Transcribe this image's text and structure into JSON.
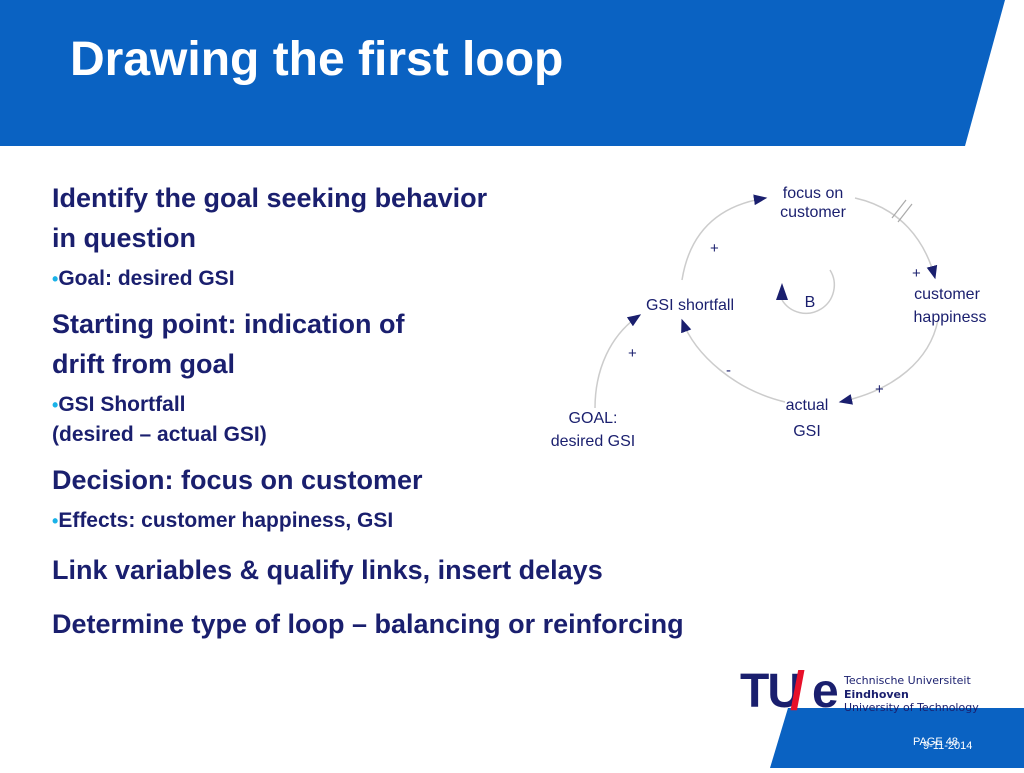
{
  "slide": {
    "title": "Drawing the first loop",
    "page": "PAGE 48",
    "date": "9-11-2014"
  },
  "colors": {
    "header_blue": "#0a62c2",
    "text_navy": "#1a1f6e",
    "bullet_cyan": "#1ab2e8",
    "logo_red": "#e8102a"
  },
  "body": {
    "h1_line1": "Identify the goal seeking behavior",
    "h1_line2": "in question",
    "b1_bullet": "•",
    "b1_text": "Goal: desired GSI",
    "h2_line1": "Starting point: indication of",
    "h2_line2": "drift from goal",
    "b2_bullet": "•",
    "b2_line1": "GSI Shortfall",
    "b2_line2": "(desired – actual GSI)",
    "h3": "Decision: focus on customer",
    "b3_bullet": "•",
    "b3_text": "Effects: customer happiness, GSI",
    "h4": "Link variables & qualify links, insert delays",
    "h5": "Determine type of loop – balancing or reinforcing"
  },
  "diagram": {
    "focus_line1": "focus on",
    "focus_line2": "customer",
    "happiness_line1": "customer",
    "happiness_line2": "happiness",
    "actual_line1": "actual",
    "actual_line2": "GSI",
    "shortfall": "GSI shortfall",
    "goal_line1": "GOAL:",
    "goal_line2": "desired GSI",
    "loop_type": "B",
    "sign_shortfall_focus": "+",
    "sign_focus_happiness": "+",
    "sign_happiness_actual": "+",
    "sign_actual_shortfall": "-",
    "sign_goal_shortfall": "+"
  },
  "logo": {
    "mark_tu": "TU",
    "mark_slash": "/",
    "mark_e": "e",
    "line1": "Technische Universiteit",
    "line2": "Eindhoven",
    "line3": "University of Technology"
  }
}
